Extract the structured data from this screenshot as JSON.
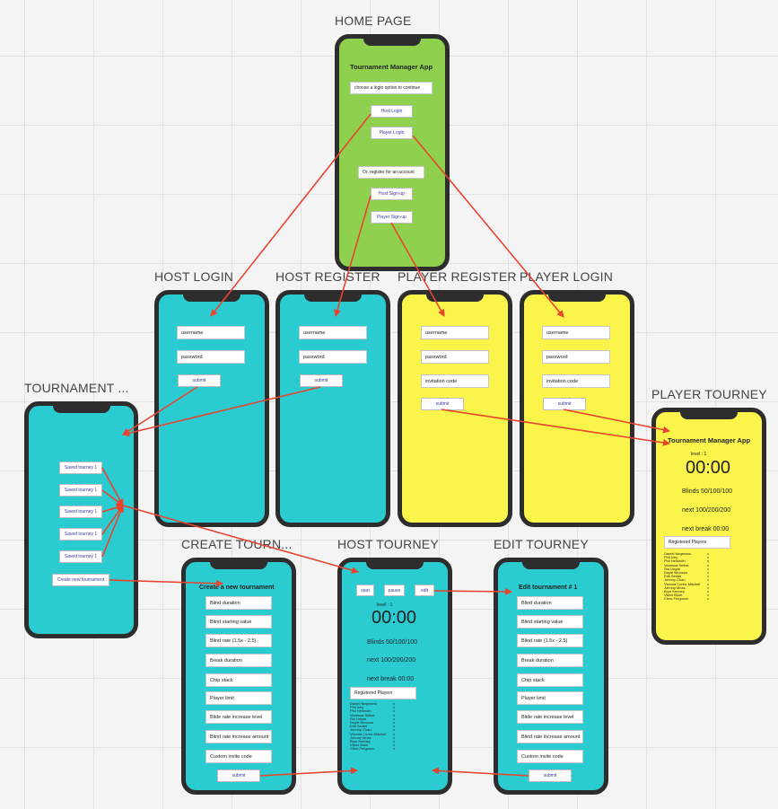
{
  "colors": {
    "green": "#8fd14f",
    "teal": "#2bcbd2",
    "yellow": "#fbf44a",
    "arrow": "#e8442e",
    "frame": "#2d2d2d"
  },
  "labels": {
    "home": "HOME PAGE",
    "host_login": "HOST LOGIN",
    "host_register": "HOST REGISTER",
    "player_register": "PLAYER REGISTER",
    "player_login": "PLAYER LOGIN",
    "tournament": "TOURNAMENT ...",
    "player_tourney": "PLAYER TOURNEY",
    "create_tourn": "CREATE TOURN...",
    "host_tourney": "HOST TOURNEY",
    "edit_tourney": "EDIT TOURNEY"
  },
  "home": {
    "app_title": "Tournament Manager App",
    "choose": "choose a login option to continue",
    "host_login": "Host Login",
    "player_login": "Player Login",
    "register": "Or, register for an account",
    "host_signup": "Host Sign-up",
    "player_signup": "Player Sign-up"
  },
  "form": {
    "username": "username",
    "password": "password",
    "invitation": "invitation code",
    "submit": "submit"
  },
  "tournament": {
    "saved": "Saved tourney 1",
    "create": "Create new tournament"
  },
  "create": {
    "title": "Create a new tournament",
    "fields": [
      "Blind duration",
      "Blind starting value",
      "Blind rate (1.5x - 2.5)",
      "Break duration",
      "Chip stack",
      "Player limit",
      "Blide rate increase level",
      "Blind rate increase amount",
      "Custom invite code"
    ],
    "submit": "submit"
  },
  "edit": {
    "title": "Edit tournament # 1",
    "fields": [
      "Blind duration",
      "Blind starting value",
      "Blind rate (1.5x - 2.5)",
      "Break duration",
      "Chip stack",
      "Player limit",
      "Blide rate increase level",
      "Blind rate increase amount",
      "Custom invite code"
    ],
    "submit": "submit"
  },
  "host_tourney": {
    "start": "start",
    "pause": "pause",
    "edit": "edit",
    "level": "level :   1",
    "timer": "00:00",
    "blinds": "Blinds 50/100/100",
    "next": "next 100/200/200",
    "next_break": "next break 00:00",
    "registered": "Registered Players"
  },
  "player_tourney": {
    "app_title": "Tournament Manager App",
    "level": "level :   1",
    "timer": "00:00",
    "blinds": "Blinds 50/100/100",
    "next": "next 100/200/200",
    "next_break": "next break 00:00",
    "registered": "Registered Players"
  },
  "players": [
    "Daniel Negreanu",
    "Phil Ivey",
    "Phil Hellmuth",
    "Vanessa Selbst",
    "Stu Ungar",
    "Doyle Brunson",
    "Erik Seidel",
    "Johnny Chan",
    "Victoria Coren-Mitchell",
    "Johnny Moss",
    "Bryn Kenney",
    "Viktor Blom",
    "Chris Ferguson"
  ],
  "remove_mark": "x"
}
